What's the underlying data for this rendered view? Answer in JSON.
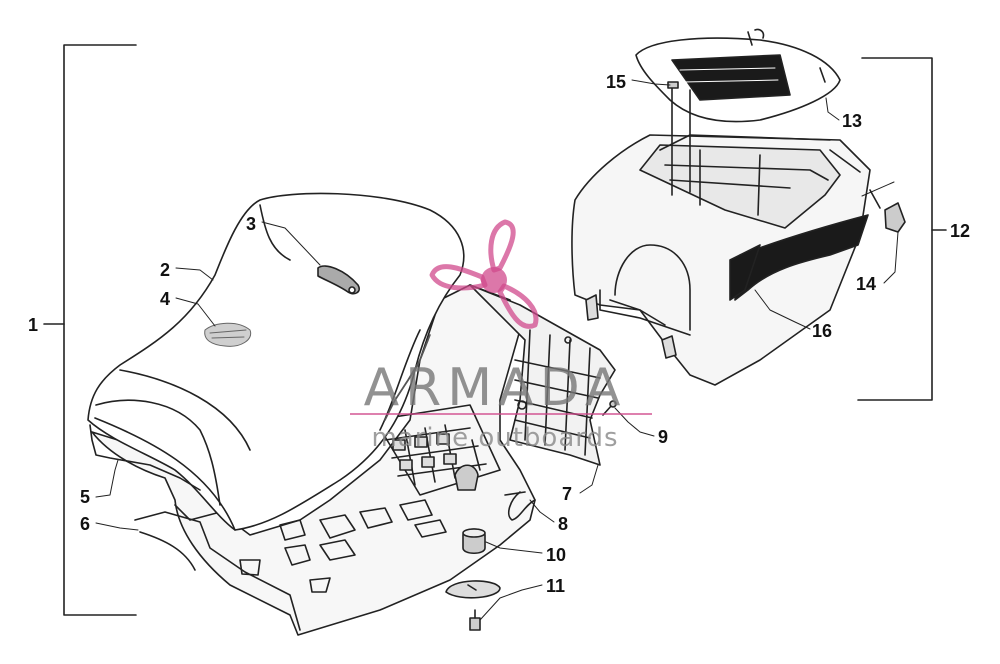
{
  "callouts": [
    "1",
    "2",
    "3",
    "4",
    "5",
    "6",
    "7",
    "8",
    "9",
    "10",
    "11",
    "12",
    "13",
    "14",
    "15",
    "16"
  ],
  "watermark": {
    "title": "ARMADA",
    "subtitle": "marine outboards",
    "accent_color": "#d04a8c"
  },
  "colors": {
    "line": "#222222",
    "panel_fill": "#f4f4f4",
    "dark_fill": "#1a1a1a",
    "hatch": "#888888"
  }
}
